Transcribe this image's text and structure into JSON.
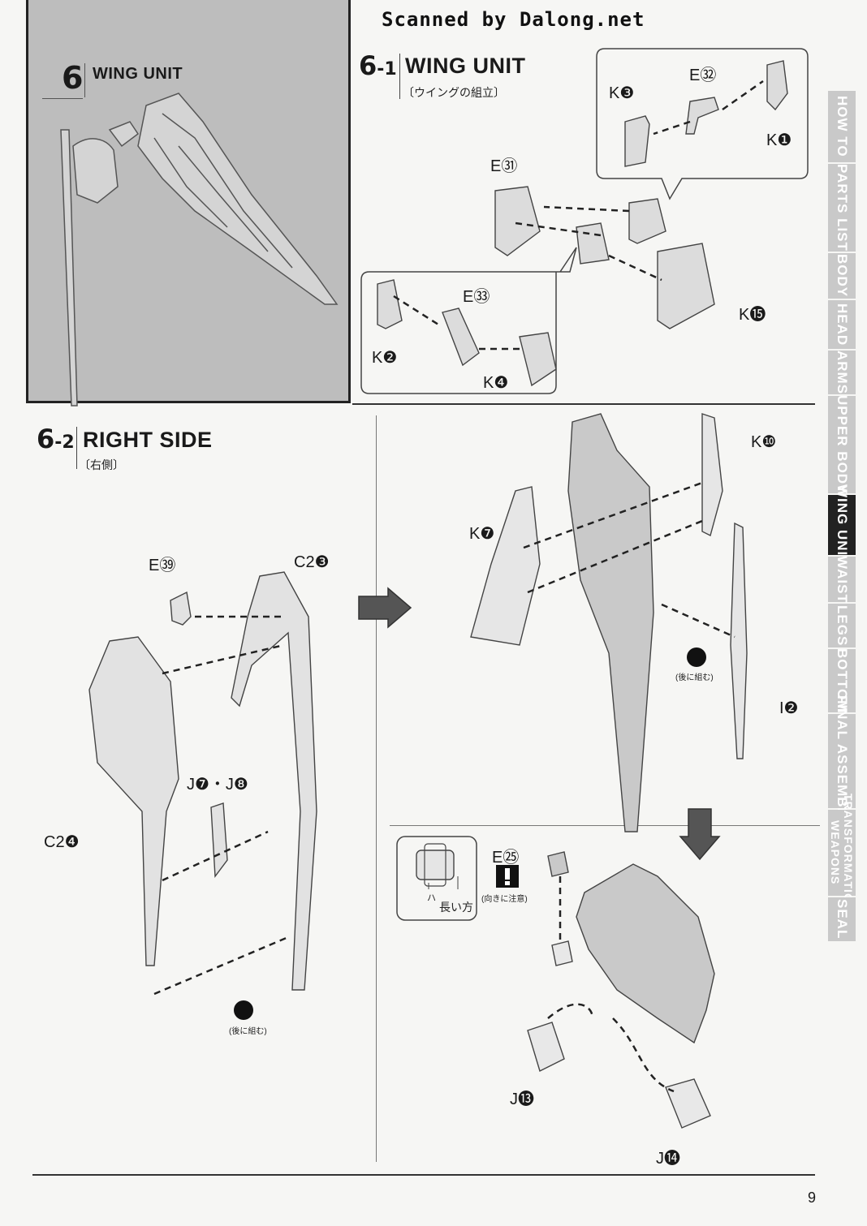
{
  "scan_credit": "Scanned by Dalong.net",
  "section6": {
    "number": "6",
    "title": "WING UNIT"
  },
  "step6_1": {
    "number": "6",
    "number_suffix": "-1",
    "title": "WING UNIT",
    "subtitle": "〔ウイングの組立〕",
    "labels": {
      "e32": "E㉜",
      "k3": "K❸",
      "k1": "K❶",
      "e31": "E㉛",
      "k15": "K⓯",
      "e33": "E㉝",
      "k2": "K❷",
      "k4": "K❹"
    }
  },
  "step6_2": {
    "number": "6",
    "number_suffix": "-2",
    "title": "RIGHT SIDE",
    "subtitle": "〔右側〕",
    "labels": {
      "e39": "E㊴",
      "c2_3": "C2❸",
      "j7_j8": "J❼・J❽",
      "c2_4": "C2❹",
      "later": "(後に組む)"
    }
  },
  "right_panel": {
    "labels": {
      "k10": "K❿",
      "k7": "K❼",
      "i2": "I❷",
      "later": "(後に組む)",
      "e25": "E㉕",
      "caution": "(向きに注意)",
      "long_side_ha": "ハ",
      "long_side": "長い方",
      "j13": "J⓭",
      "j14": "J⓮"
    }
  },
  "side_tabs": [
    {
      "label": "HOW TO",
      "active": false
    },
    {
      "label": "PARTS LIST",
      "active": false
    },
    {
      "label": "BODY",
      "active": false
    },
    {
      "label": "HEAD",
      "active": false
    },
    {
      "label": "ARMS",
      "active": false
    },
    {
      "label": "UPPER BODY",
      "active": false
    },
    {
      "label": "WING UNIT",
      "active": true
    },
    {
      "label": "WAIST",
      "active": false
    },
    {
      "label": "LEGS",
      "active": false
    },
    {
      "label": "BOTTOM",
      "active": false
    },
    {
      "label": "FINAL ASSEMBLE",
      "active": false
    },
    {
      "label": "TRANSFORMATION",
      "active": false
    },
    {
      "label": "WEAPONS",
      "active": false
    },
    {
      "label": "SEAL",
      "active": false
    }
  ],
  "page_number": "9"
}
